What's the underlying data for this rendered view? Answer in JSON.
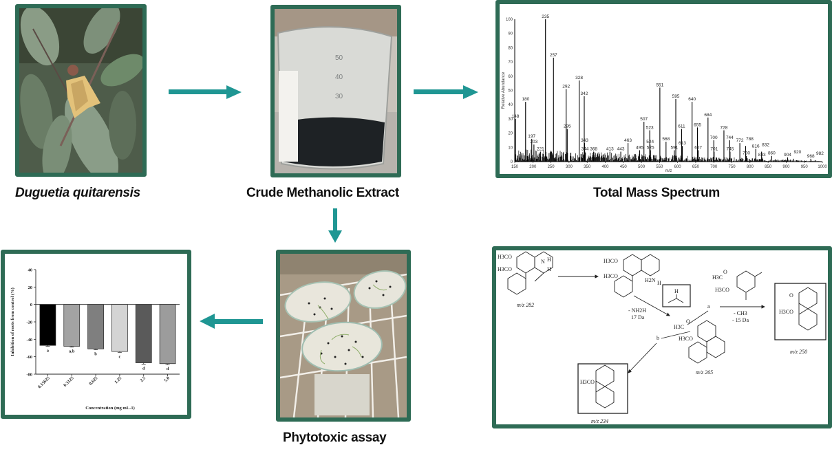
{
  "steps": {
    "plant": {
      "caption": "Duguetia quitarensis"
    },
    "extract": {
      "caption": "Crude Methanolic Extract",
      "beaker_marks": [
        "50",
        "40",
        "30"
      ]
    },
    "mass": {
      "caption": "Total Mass Spectrum"
    },
    "assay": {
      "caption": "Phytotoxic assay"
    }
  },
  "colors": {
    "frame": "#2e6b55",
    "arrow": "#1f9693"
  },
  "icons": {
    "flow_arrow": "arrow-right-icon",
    "down_arrow": "arrow-down-icon",
    "left_arrow": "arrow-left-icon"
  },
  "chart_data": [
    {
      "type": "bar",
      "title": "Total Mass Spectrum",
      "xlabel": "m/z",
      "ylabel": "Relative Abundance",
      "xlim": [
        150,
        1000
      ],
      "ylim": [
        0,
        100
      ],
      "xticks": [
        150,
        200,
        250,
        300,
        350,
        400,
        450,
        500,
        550,
        600,
        650,
        700,
        750,
        800,
        850,
        900,
        950,
        1000
      ],
      "yticks": [
        0,
        10,
        20,
        30,
        40,
        50,
        60,
        70,
        80,
        90,
        100
      ],
      "peaks": [
        {
          "mz": 148,
          "abundance": 30
        },
        {
          "mz": 180,
          "abundance": 42
        },
        {
          "mz": 197,
          "abundance": 16
        },
        {
          "mz": 203,
          "abundance": 12
        },
        {
          "mz": 221,
          "abundance": 7
        },
        {
          "mz": 235,
          "abundance": 100
        },
        {
          "mz": 257,
          "abundance": 73
        },
        {
          "mz": 292,
          "abundance": 51
        },
        {
          "mz": 295,
          "abundance": 23
        },
        {
          "mz": 328,
          "abundance": 57
        },
        {
          "mz": 342,
          "abundance": 46
        },
        {
          "mz": 343,
          "abundance": 13
        },
        {
          "mz": 344,
          "abundance": 7
        },
        {
          "mz": 368,
          "abundance": 7
        },
        {
          "mz": 413,
          "abundance": 7
        },
        {
          "mz": 443,
          "abundance": 7
        },
        {
          "mz": 463,
          "abundance": 13
        },
        {
          "mz": 495,
          "abundance": 8
        },
        {
          "mz": 507,
          "abundance": 28
        },
        {
          "mz": 523,
          "abundance": 22
        },
        {
          "mz": 524,
          "abundance": 12
        },
        {
          "mz": 525,
          "abundance": 8
        },
        {
          "mz": 551,
          "abundance": 52
        },
        {
          "mz": 568,
          "abundance": 14
        },
        {
          "mz": 591,
          "abundance": 8
        },
        {
          "mz": 595,
          "abundance": 44
        },
        {
          "mz": 611,
          "abundance": 23
        },
        {
          "mz": 613,
          "abundance": 11
        },
        {
          "mz": 640,
          "abundance": 42
        },
        {
          "mz": 655,
          "abundance": 24
        },
        {
          "mz": 657,
          "abundance": 8
        },
        {
          "mz": 684,
          "abundance": 31
        },
        {
          "mz": 700,
          "abundance": 15
        },
        {
          "mz": 701,
          "abundance": 7
        },
        {
          "mz": 728,
          "abundance": 22
        },
        {
          "mz": 744,
          "abundance": 15
        },
        {
          "mz": 745,
          "abundance": 7
        },
        {
          "mz": 772,
          "abundance": 13
        },
        {
          "mz": 788,
          "abundance": 11
        },
        {
          "mz": 790,
          "abundance": 4
        },
        {
          "mz": 816,
          "abundance": 9
        },
        {
          "mz": 832,
          "abundance": 7
        },
        {
          "mz": 833,
          "abundance": 3
        },
        {
          "mz": 860,
          "abundance": 4
        },
        {
          "mz": 904,
          "abundance": 3
        },
        {
          "mz": 920,
          "abundance": 2
        },
        {
          "mz": 968,
          "abundance": 2
        },
        {
          "mz": 982,
          "abundance": 1
        }
      ]
    },
    {
      "type": "bar",
      "title": "",
      "xlabel": "Concentration (mg mL-1)",
      "xlabel_main": "Concentration (mg mL",
      "xlabel_sup": "-1",
      "xlabel_end": ")",
      "ylabel": "Inhibition of roots from control (%)",
      "ylim": [
        -80,
        40
      ],
      "yticks": [
        "40",
        "20",
        "0",
        "-20",
        "-40",
        "-60",
        "-80"
      ],
      "categories": [
        "0.15625",
        "0.3125",
        "0.625",
        "1.25",
        "2.5",
        "5.0"
      ],
      "values": [
        -47,
        -48,
        -51,
        -54,
        -67,
        -68
      ],
      "errors": [
        1,
        1,
        1,
        1,
        1.5,
        1
      ],
      "significance": [
        "a",
        "a,b",
        "b",
        "c",
        "d",
        "d"
      ],
      "bar_colors": [
        "#000000",
        "#a3a3a3",
        "#7f7f7f",
        "#d4d4d4",
        "#5a5a5a",
        "#9c9c9c"
      ]
    }
  ],
  "fragmentation": {
    "labels": {
      "mz282": "m/z 282",
      "mz265": "m/z 265",
      "mz250": "m/z 250",
      "mz234": "m/z 234",
      "loss_nh3": "- NH2H",
      "loss_nh3_da": "17 Da",
      "loss_ch3": "- CH3",
      "loss_ch3_da": "- 15 Da",
      "path_a": "a",
      "path_b": "b",
      "h3co": "H3CO",
      "h3c": "H3C",
      "o": "O",
      "h": "H",
      "n": "N",
      "h2n": "H2N"
    }
  }
}
